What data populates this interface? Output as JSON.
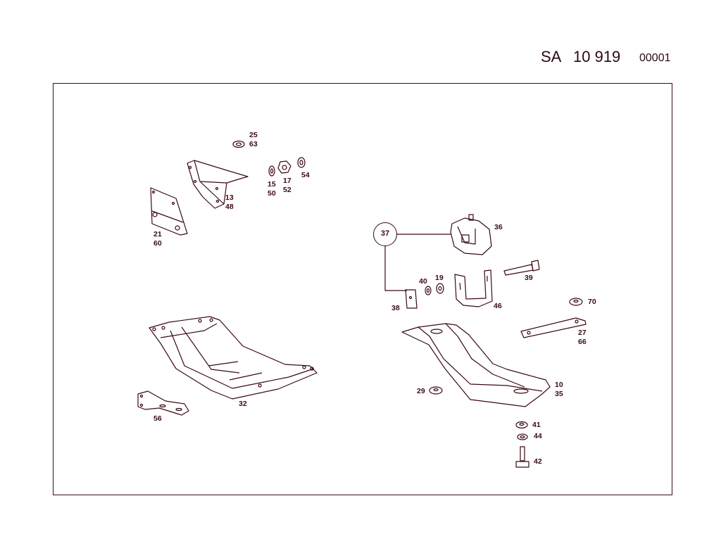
{
  "header": {
    "prefix": "SA",
    "number": "10 919",
    "code": "00001"
  },
  "diagram": {
    "colors": {
      "line": "#3a0a12",
      "accent": "#d81b4a",
      "background": "#ffffff"
    },
    "group_callout": "37",
    "labels": {
      "l25_63": [
        "25",
        "63"
      ],
      "l15_50": [
        "15",
        "50"
      ],
      "l17_52": [
        "17",
        "52"
      ],
      "l54": "54",
      "l13_48": [
        "13",
        "48"
      ],
      "l21_60": [
        "21",
        "60"
      ],
      "l36": "36",
      "l39": "39",
      "l40": "40",
      "l19": "19",
      "l38": "38",
      "l46": "46",
      "l70": "70",
      "l27_66": [
        "27",
        "66"
      ],
      "l10_35": [
        "10",
        "35"
      ],
      "l29": "29",
      "l32": "32",
      "l56": "56",
      "l41": "41",
      "l44": "44",
      "l42": "42"
    }
  }
}
